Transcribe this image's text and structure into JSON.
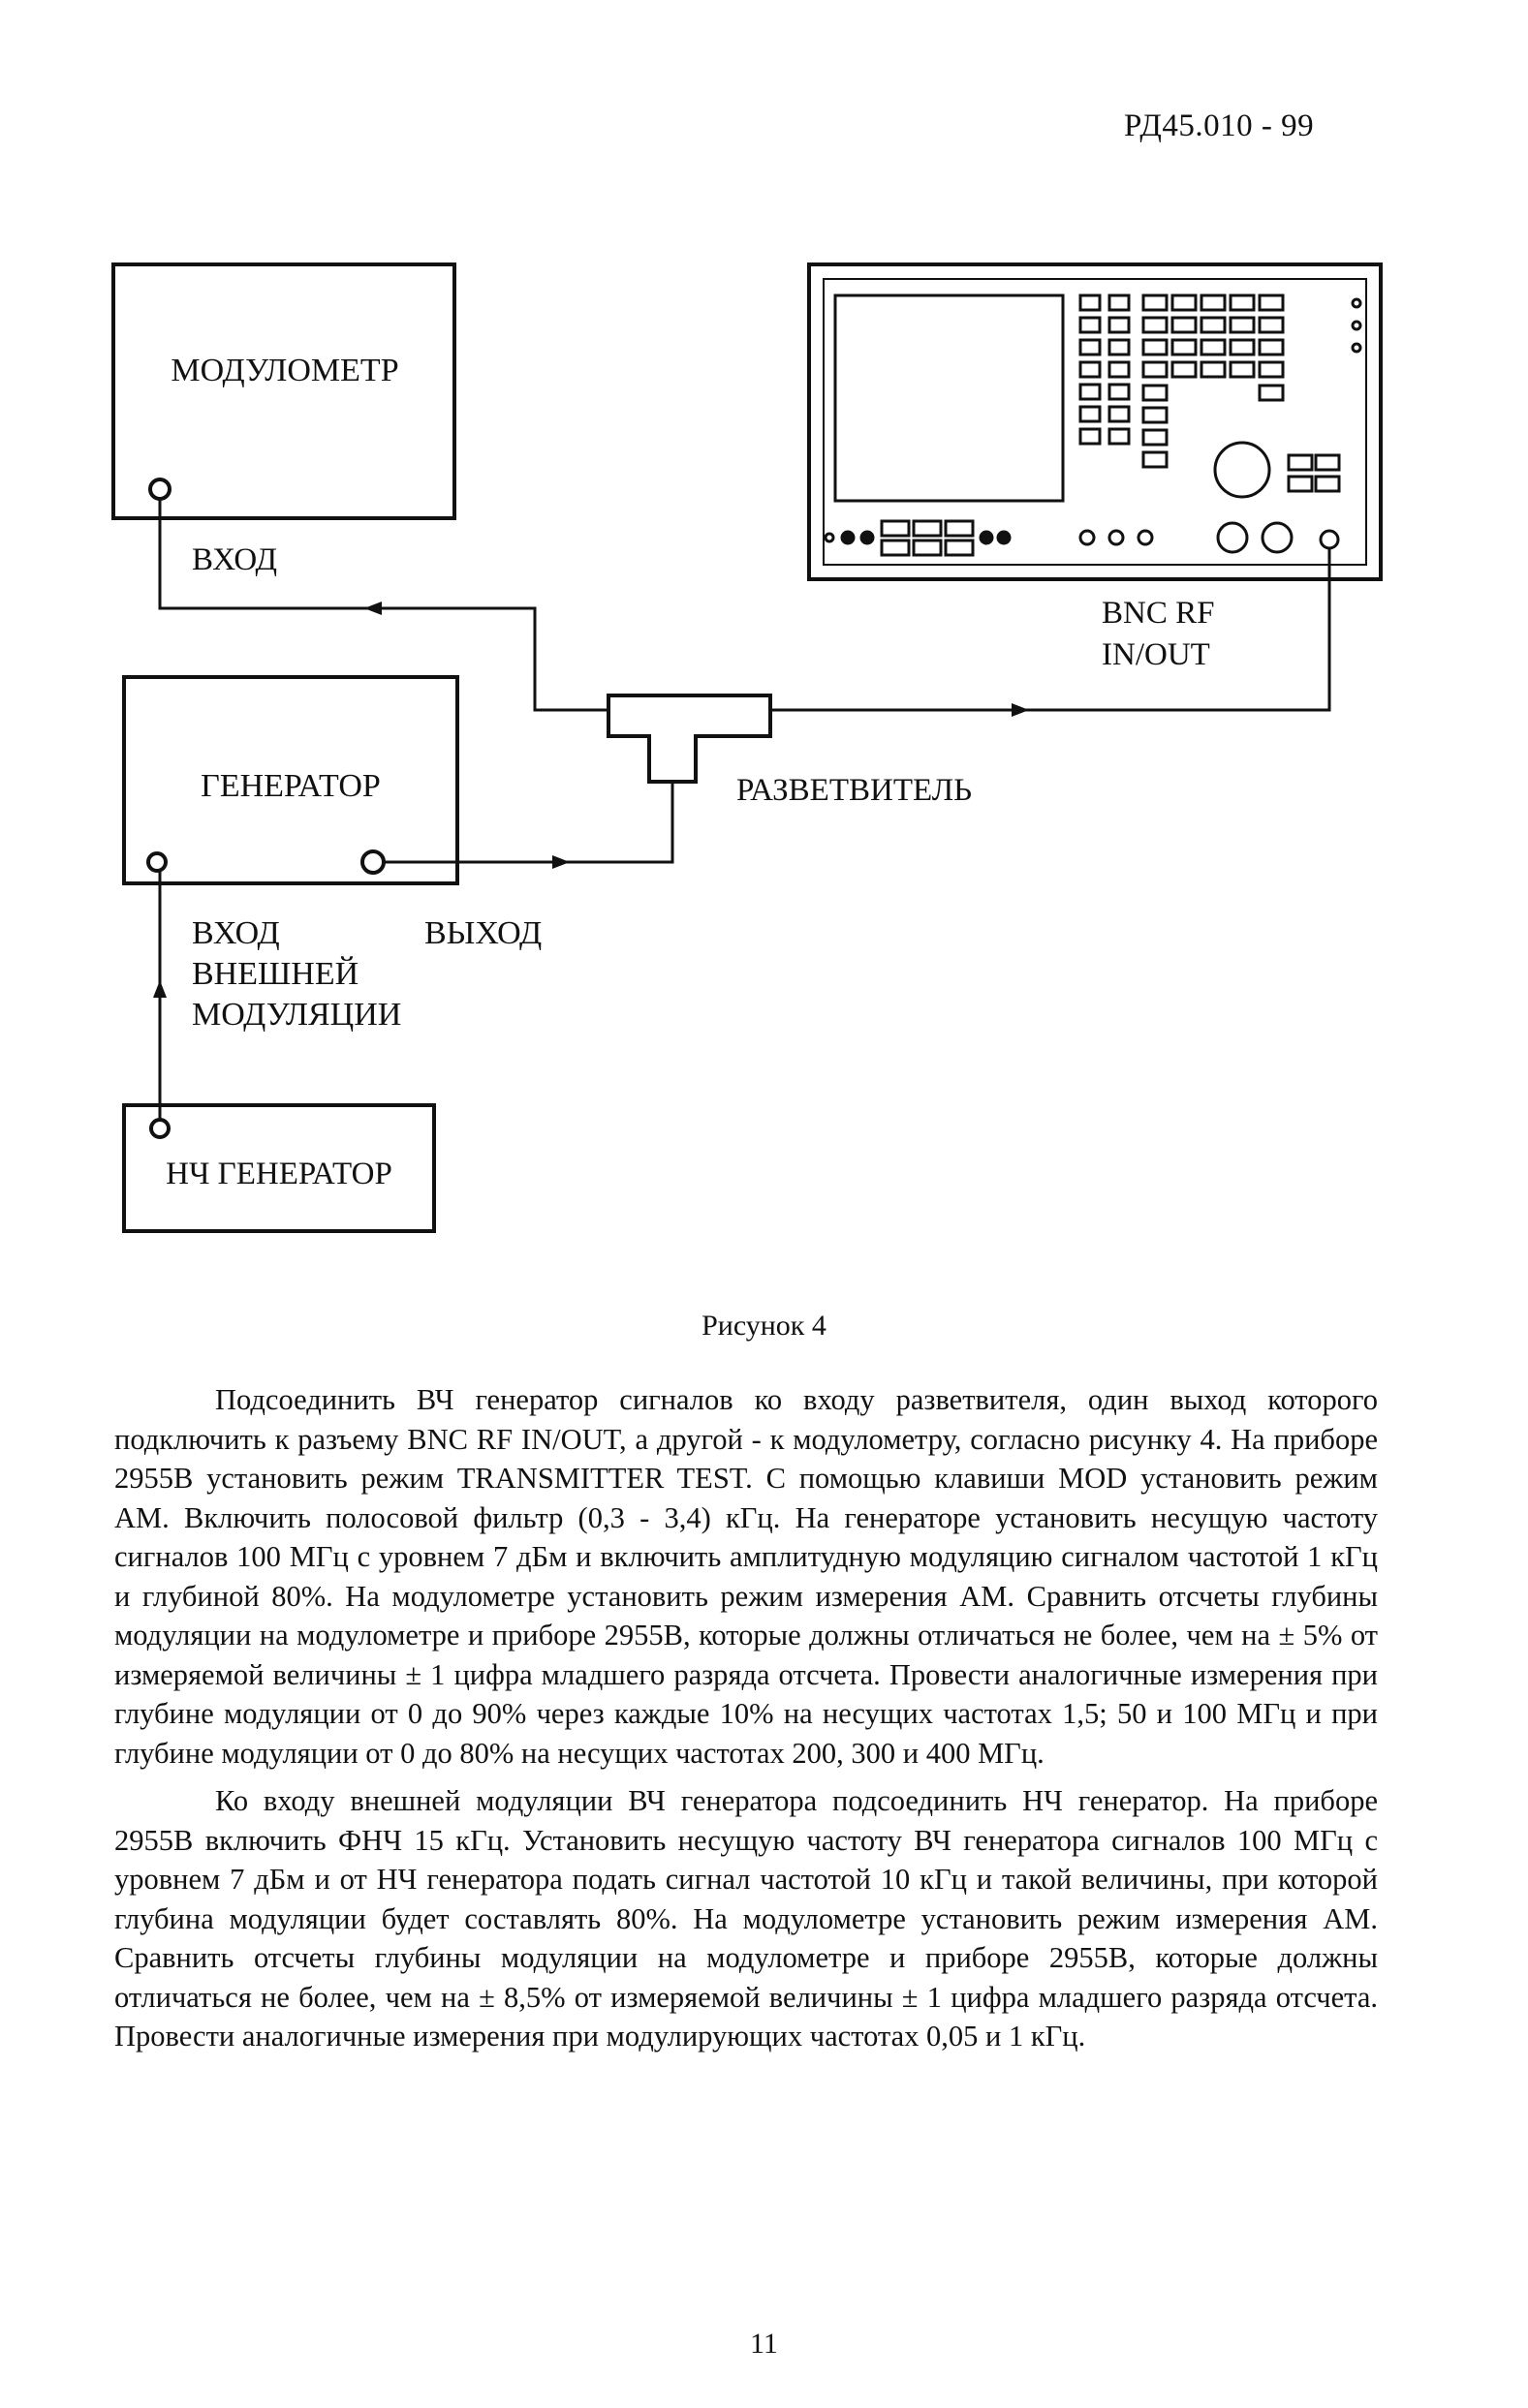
{
  "header": {
    "doc_code": "РД45.010 - 99"
  },
  "diagram": {
    "modulometer": {
      "label": "МОДУЛОМЕТР",
      "input_label": "ВХОД"
    },
    "analyzer": {
      "port_label_line1": "BNC RF",
      "port_label_line2": "IN/OUT"
    },
    "generator": {
      "label": "ГЕНЕРАТОР",
      "ext_mod_label_line1": "ВХОД",
      "ext_mod_label_line2": "ВНЕШНЕЙ",
      "ext_mod_label_line3": "МОДУЛЯЦИИ",
      "output_label": "ВЫХОД"
    },
    "splitter": {
      "label": "РАЗВЕТВИТЕЛЬ"
    },
    "lf_generator": {
      "label": "НЧ ГЕНЕРАТОР"
    }
  },
  "caption": "Рисунок 4",
  "paragraphs": [
    "Подсоединить ВЧ генератор сигналов ко входу разветвителя, один выход которого подключить к разъему BNC RF IN/OUT, а другой - к модулометру, согласно рисунку 4. На приборе 2955В установить режим TRANSMITTER TEST. С помощью клавиши MOD установить режим AM. Включить полосовой фильтр (0,3 - 3,4) кГц. На генераторе установить несущую частоту сигналов 100 МГц с уровнем 7 дБм и включить амплитудную модуляцию сигналом частотой 1 кГц и глубиной 80%. На модулометре установить режим измерения AM. Сравнить отсчеты глубины модуляции на модулометре и приборе 2955В, которые должны отличаться не более, чем на ± 5% от измеряемой величины ± 1 цифра младшего разряда отсчета. Провести аналогичные измерения при глубине модуляции от 0 до 90% через каждые 10% на несущих частотах 1,5; 50 и 100 МГц и при глубине модуляции от 0 до 80% на несущих частотах 200, 300 и 400 МГц.",
    "Ко входу внешней модуляции ВЧ генератора подсоединить НЧ генератор. На приборе 2955В включить ФНЧ 15 кГц. Установить несущую частоту ВЧ генератора сигналов 100 МГц с уровнем 7 дБм и от НЧ генератора подать сигнал частотой 10 кГц и такой величины, при которой глубина модуляции будет составлять 80%. На модулометре установить режим измерения AM. Сравнить отсчеты глубины модуляции на модулометре и приборе 2955В, которые должны отличаться не более, чем на ± 8,5% от измеряемой величины ± 1 цифра младшего разряда отсчета. Провести аналогичные измерения при модулирующих частотах 0,05 и 1 кГц."
  ],
  "page_number": "11"
}
